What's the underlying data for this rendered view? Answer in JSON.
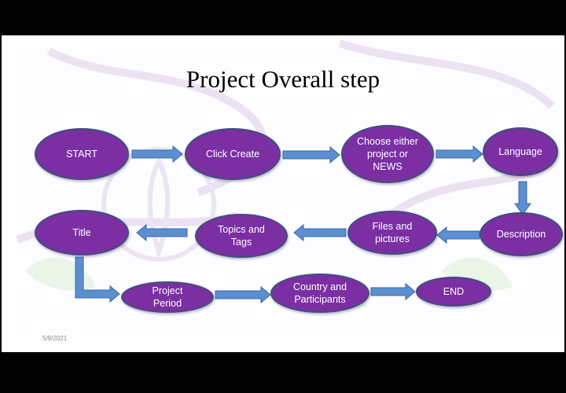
{
  "title": "Project Overall step",
  "footer": {
    "date": "5/9/2021"
  },
  "colors": {
    "node_fill": "#7b2fa3",
    "node_border": "#3d4f7c",
    "arrow_fill": "#5b8fd0",
    "arrow_border": "#3b6aa8"
  },
  "nodes": {
    "start": "START",
    "click_create": "Click Create",
    "choose": "Choose either project or NEWS",
    "language": "Language",
    "description": "Description",
    "files": "Files and pictures",
    "topics": "Topics and Tags",
    "title_node": "Title",
    "period": "Project Period",
    "country": "Country and Participants",
    "end": "END"
  }
}
